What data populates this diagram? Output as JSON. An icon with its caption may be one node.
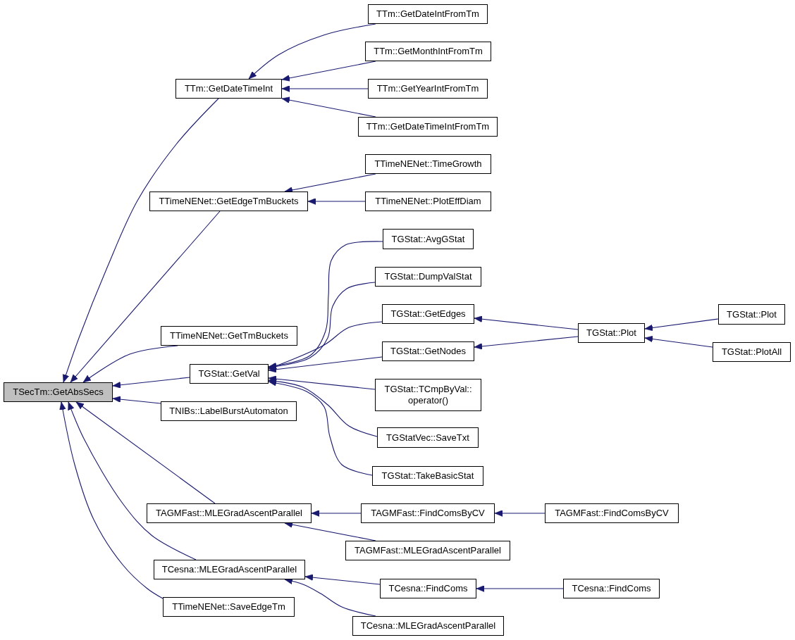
{
  "diagram": {
    "nodes": [
      {
        "text": [
          "TSecTm::GetAbsSecs"
        ]
      },
      {
        "text": [
          "TTm::GetDateTimeInt"
        ]
      },
      {
        "text": [
          "TTm::GetDateIntFromTm"
        ]
      },
      {
        "text": [
          "TTm::GetMonthIntFromTm"
        ]
      },
      {
        "text": [
          "TTm::GetYearIntFromTm"
        ]
      },
      {
        "text": [
          "TTm::GetDateTimeIntFromTm"
        ]
      },
      {
        "text": [
          "TTimeNENet::GetEdgeTmBuckets"
        ]
      },
      {
        "text": [
          "TTimeNENet::TimeGrowth"
        ]
      },
      {
        "text": [
          "TTimeNENet::PlotEffDiam"
        ]
      },
      {
        "text": [
          "TTimeNENet::GetTmBuckets"
        ]
      },
      {
        "text": [
          "TGStat::GetVal"
        ]
      },
      {
        "text": [
          "TGStat::AvgGStat"
        ]
      },
      {
        "text": [
          "TGStat::DumpValStat"
        ]
      },
      {
        "text": [
          "TGStat::GetEdges"
        ]
      },
      {
        "text": [
          "TGStat::GetNodes"
        ]
      },
      {
        "text": [
          "TGStat::TCmpByVal:: operator()"
        ]
      },
      {
        "text": [
          "TGStatVec::SaveTxt"
        ]
      },
      {
        "text": [
          "TGStat::TakeBasicStat"
        ]
      },
      {
        "text": [
          "TGStat::Plot"
        ]
      },
      {
        "text": [
          "TGStat::Plot"
        ]
      },
      {
        "text": [
          "TGStat::PlotAll"
        ]
      },
      {
        "text": [
          "TNIBs::LabelBurstAutomaton"
        ]
      },
      {
        "text": [
          "TAGMFast::MLEGradAscentParallel"
        ]
      },
      {
        "text": [
          "TAGMFast::FindComsByCV"
        ]
      },
      {
        "text": [
          "TAGMFast::FindComsByCV"
        ]
      },
      {
        "text": [
          "TAGMFast::MLEGradAscentParallel"
        ]
      },
      {
        "text": [
          "TCesna::MLEGradAscentParallel"
        ]
      },
      {
        "text": [
          "TCesna::FindComs"
        ]
      },
      {
        "text": [
          "TCesna::FindComs"
        ]
      },
      {
        "text": [
          "TCesna::MLEGradAscentParallel"
        ]
      },
      {
        "text": [
          "TTimeNENet::SaveEdgeTm"
        ]
      }
    ],
    "edges": [
      {
        "from": 1,
        "to": 0,
        "arrow": "to"
      },
      {
        "from": 6,
        "to": 0,
        "arrow": "to"
      },
      {
        "from": 9,
        "to": 0,
        "arrow": "to"
      },
      {
        "from": 10,
        "to": 0,
        "arrow": "to"
      },
      {
        "from": 21,
        "to": 0,
        "arrow": "to"
      },
      {
        "from": 22,
        "to": 0,
        "arrow": "to"
      },
      {
        "from": 26,
        "to": 0,
        "arrow": "to"
      },
      {
        "from": 30,
        "to": 0,
        "arrow": "to"
      },
      {
        "from": 2,
        "to": 1,
        "arrow": "to"
      },
      {
        "from": 3,
        "to": 1,
        "arrow": "to"
      },
      {
        "from": 4,
        "to": 1,
        "arrow": "to"
      },
      {
        "from": 5,
        "to": 1,
        "arrow": "to"
      },
      {
        "from": 7,
        "to": 6,
        "arrow": "to"
      },
      {
        "from": 8,
        "to": 6,
        "arrow": "to"
      },
      {
        "from": 11,
        "to": 10,
        "arrow": "to"
      },
      {
        "from": 12,
        "to": 10,
        "arrow": "to"
      },
      {
        "from": 13,
        "to": 10,
        "arrow": "to"
      },
      {
        "from": 14,
        "to": 10,
        "arrow": "to"
      },
      {
        "from": 15,
        "to": 10,
        "arrow": "to"
      },
      {
        "from": 16,
        "to": 10,
        "arrow": "to"
      },
      {
        "from": 17,
        "to": 10,
        "arrow": "to"
      },
      {
        "from": 18,
        "to": 13,
        "arrow": "to"
      },
      {
        "from": 18,
        "to": 14,
        "arrow": "to"
      },
      {
        "from": 19,
        "to": 18,
        "arrow": "to"
      },
      {
        "from": 20,
        "to": 18,
        "arrow": "to"
      },
      {
        "from": 23,
        "to": 22,
        "arrow": "to"
      },
      {
        "from": 25,
        "to": 22,
        "arrow": "to"
      },
      {
        "from": 24,
        "to": 23,
        "arrow": "to"
      },
      {
        "from": 27,
        "to": 26,
        "arrow": "to"
      },
      {
        "from": 29,
        "to": 26,
        "arrow": "to"
      },
      {
        "from": 28,
        "to": 27,
        "arrow": "to"
      }
    ]
  }
}
